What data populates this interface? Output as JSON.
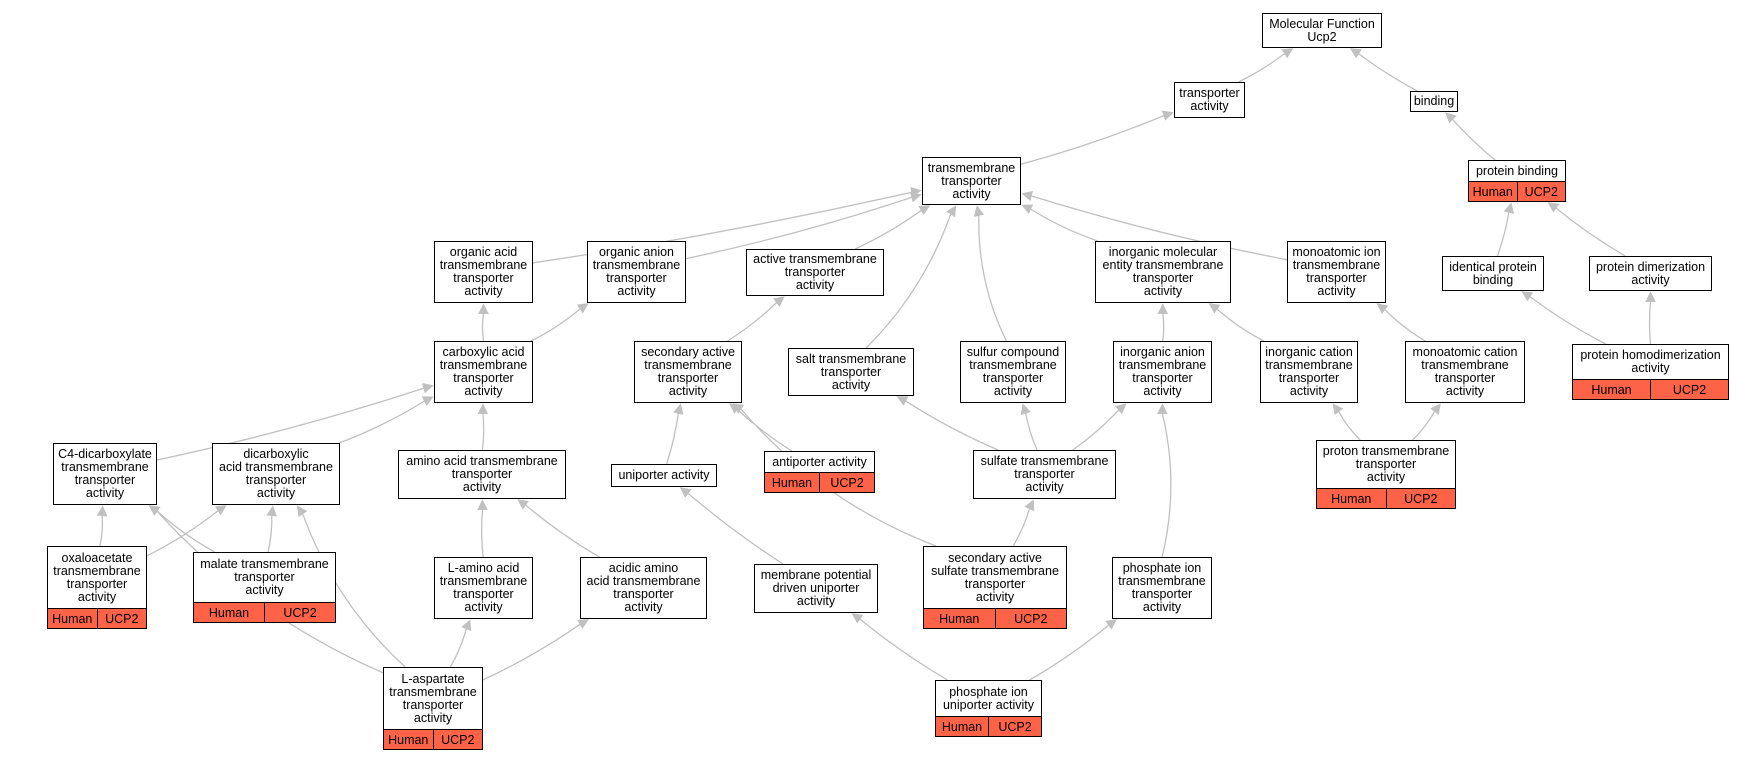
{
  "colors": {
    "edge": "#c0c0c0",
    "annotation": "#ff6347",
    "border": "#000000",
    "background": "#ffffff"
  },
  "nodes": [
    {
      "id": "root",
      "label": "Molecular Function\nUcp2"
    },
    {
      "id": "transporter",
      "label": "transporter\nactivity"
    },
    {
      "id": "binding",
      "label": "binding"
    },
    {
      "id": "tmta",
      "label": "transmembrane\ntransporter\nactivity"
    },
    {
      "id": "protein_binding",
      "label": "protein binding",
      "annotation": [
        "Human",
        "UCP2"
      ]
    },
    {
      "id": "organic_acid",
      "label": "organic acid\ntransmembrane\ntransporter\nactivity"
    },
    {
      "id": "organic_anion",
      "label": "organic anion\ntransmembrane\ntransporter\nactivity"
    },
    {
      "id": "active_tm",
      "label": "active transmembrane\ntransporter\nactivity"
    },
    {
      "id": "inorganic_molecular",
      "label": "inorganic molecular\nentity transmembrane\ntransporter\nactivity"
    },
    {
      "id": "monoatomic_ion",
      "label": "monoatomic ion\ntransmembrane\ntransporter\nactivity"
    },
    {
      "id": "identical_protein",
      "label": "identical protein\nbinding"
    },
    {
      "id": "protein_dimerization",
      "label": "protein dimerization\nactivity"
    },
    {
      "id": "carboxylic_acid",
      "label": "carboxylic acid\ntransmembrane\ntransporter\nactivity"
    },
    {
      "id": "secondary_active",
      "label": "secondary active\ntransmembrane\ntransporter\nactivity"
    },
    {
      "id": "salt_tm",
      "label": "salt transmembrane\ntransporter\nactivity"
    },
    {
      "id": "sulfur_compound",
      "label": "sulfur compound\ntransmembrane\ntransporter\nactivity"
    },
    {
      "id": "inorganic_anion",
      "label": "inorganic anion\ntransmembrane\ntransporter\nactivity"
    },
    {
      "id": "inorganic_cation",
      "label": "inorganic cation\ntransmembrane\ntransporter\nactivity"
    },
    {
      "id": "monoatomic_cation",
      "label": "monoatomic cation\ntransmembrane\ntransporter\nactivity"
    },
    {
      "id": "protein_homodimerization",
      "label": "protein homodimerization\nactivity",
      "annotation": [
        "Human",
        "UCP2"
      ]
    },
    {
      "id": "c4_dicarboxylate",
      "label": "C4-dicarboxylate\ntransmembrane\ntransporter\nactivity"
    },
    {
      "id": "dicarboxylic",
      "label": "dicarboxylic\nacid transmembrane\ntransporter\nactivity"
    },
    {
      "id": "amino_acid",
      "label": "amino acid transmembrane\ntransporter\nactivity"
    },
    {
      "id": "uniporter",
      "label": "uniporter activity"
    },
    {
      "id": "antiporter",
      "label": "antiporter activity",
      "annotation": [
        "Human",
        "UCP2"
      ]
    },
    {
      "id": "sulfate_tm",
      "label": "sulfate transmembrane\ntransporter\nactivity"
    },
    {
      "id": "proton_tm",
      "label": "proton transmembrane\ntransporter\nactivity",
      "annotation": [
        "Human",
        "UCP2"
      ]
    },
    {
      "id": "oxaloacetate",
      "label": "oxaloacetate\ntransmembrane\ntransporter\nactivity",
      "annotation": [
        "Human",
        "UCP2"
      ]
    },
    {
      "id": "malate",
      "label": "malate transmembrane\ntransporter\nactivity",
      "annotation": [
        "Human",
        "UCP2"
      ]
    },
    {
      "id": "l_amino_acid",
      "label": "L-amino acid\ntransmembrane\ntransporter\nactivity"
    },
    {
      "id": "acidic_amino_acid",
      "label": "acidic amino\nacid transmembrane\ntransporter\nactivity"
    },
    {
      "id": "membrane_potential",
      "label": "membrane potential\ndriven uniporter\nactivity"
    },
    {
      "id": "secondary_active_sulfate",
      "label": "secondary active\nsulfate transmembrane\ntransporter\nactivity",
      "annotation": [
        "Human",
        "UCP2"
      ]
    },
    {
      "id": "phosphate_ion_tm",
      "label": "phosphate ion\ntransmembrane\ntransporter\nactivity"
    },
    {
      "id": "l_aspartate",
      "label": "L-aspartate\ntransmembrane\ntransporter\nactivity",
      "annotation": [
        "Human",
        "UCP2"
      ]
    },
    {
      "id": "phosphate_uniporter",
      "label": "phosphate ion\nuniporter activity",
      "annotation": [
        "Human",
        "UCP2"
      ]
    }
  ],
  "edges": [
    [
      "transporter",
      "root"
    ],
    [
      "binding",
      "root"
    ],
    [
      "tmta",
      "transporter"
    ],
    [
      "protein_binding",
      "binding"
    ],
    [
      "organic_acid",
      "tmta"
    ],
    [
      "organic_anion",
      "tmta"
    ],
    [
      "active_tm",
      "tmta"
    ],
    [
      "inorganic_molecular",
      "tmta"
    ],
    [
      "monoatomic_ion",
      "tmta"
    ],
    [
      "salt_tm",
      "tmta"
    ],
    [
      "sulfur_compound",
      "tmta"
    ],
    [
      "identical_protein",
      "protein_binding"
    ],
    [
      "protein_dimerization",
      "protein_binding"
    ],
    [
      "carboxylic_acid",
      "organic_acid"
    ],
    [
      "carboxylic_acid",
      "organic_anion"
    ],
    [
      "secondary_active",
      "active_tm"
    ],
    [
      "inorganic_anion",
      "inorganic_molecular"
    ],
    [
      "inorganic_cation",
      "inorganic_molecular"
    ],
    [
      "monoatomic_cation",
      "monoatomic_ion"
    ],
    [
      "protein_homodimerization",
      "identical_protein"
    ],
    [
      "protein_homodimerization",
      "protein_dimerization"
    ],
    [
      "c4_dicarboxylate",
      "carboxylic_acid"
    ],
    [
      "dicarboxylic",
      "carboxylic_acid"
    ],
    [
      "amino_acid",
      "carboxylic_acid"
    ],
    [
      "uniporter",
      "secondary_active"
    ],
    [
      "antiporter",
      "secondary_active"
    ],
    [
      "sulfate_tm",
      "salt_tm"
    ],
    [
      "sulfate_tm",
      "sulfur_compound"
    ],
    [
      "sulfate_tm",
      "inorganic_anion"
    ],
    [
      "proton_tm",
      "inorganic_cation"
    ],
    [
      "proton_tm",
      "monoatomic_cation"
    ],
    [
      "oxaloacetate",
      "c4_dicarboxylate"
    ],
    [
      "oxaloacetate",
      "dicarboxylic"
    ],
    [
      "malate",
      "c4_dicarboxylate"
    ],
    [
      "malate",
      "dicarboxylic"
    ],
    [
      "l_amino_acid",
      "amino_acid"
    ],
    [
      "acidic_amino_acid",
      "amino_acid"
    ],
    [
      "membrane_potential",
      "uniporter"
    ],
    [
      "secondary_active_sulfate",
      "sulfate_tm"
    ],
    [
      "secondary_active_sulfate",
      "secondary_active"
    ],
    [
      "phosphate_ion_tm",
      "inorganic_anion"
    ],
    [
      "l_aspartate",
      "c4_dicarboxylate"
    ],
    [
      "l_aspartate",
      "dicarboxylic"
    ],
    [
      "l_aspartate",
      "l_amino_acid"
    ],
    [
      "l_aspartate",
      "acidic_amino_acid"
    ],
    [
      "phosphate_uniporter",
      "membrane_potential"
    ],
    [
      "phosphate_uniporter",
      "phosphate_ion_tm"
    ]
  ]
}
